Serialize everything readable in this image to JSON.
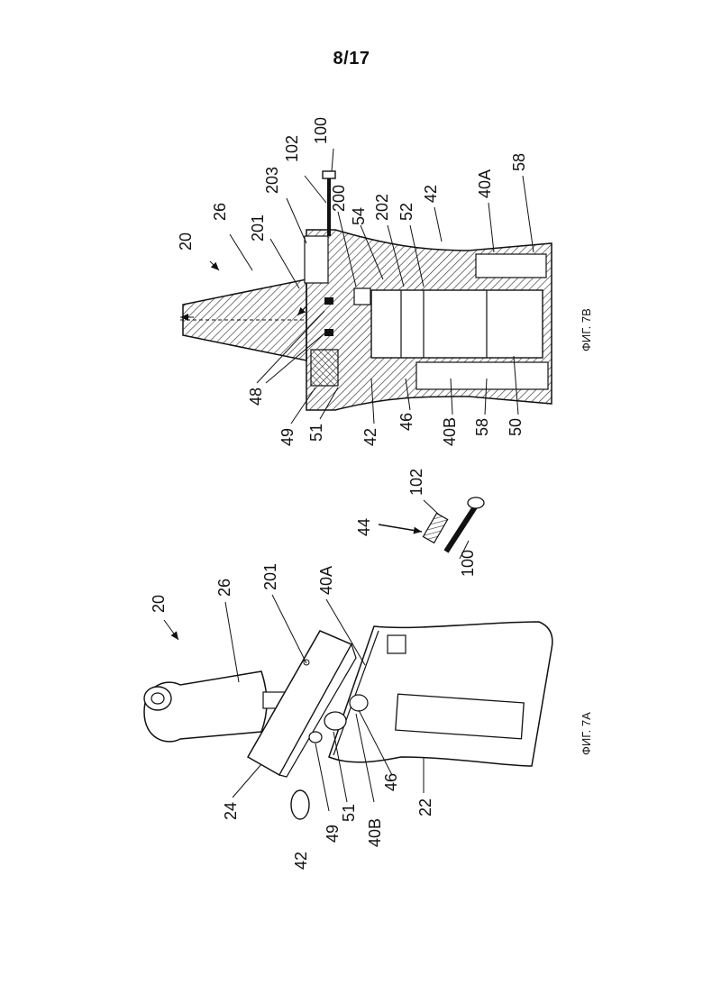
{
  "page_number": "8/17",
  "figures": {
    "fig7a": {
      "caption": "ФИГ. 7А",
      "labels": {
        "l20": "20",
        "l26": "26",
        "l201": "201",
        "l40a": "40A",
        "l24": "24",
        "l42": "42",
        "l49": "49",
        "l51": "51",
        "l40b": "40B",
        "l46": "46",
        "l22": "22"
      }
    },
    "fig7b": {
      "caption": "ФИГ. 7В",
      "labels": {
        "l20": "20",
        "l26": "26",
        "l201": "201",
        "l203": "203",
        "l102": "102",
        "l100": "100",
        "l200": "200",
        "l54": "54",
        "l202": "202",
        "l52": "52",
        "l42a": "42",
        "l40a": "40A",
        "l58a": "58",
        "l48": "48",
        "l49": "49",
        "l51": "51",
        "l42b": "42",
        "l46": "46",
        "l40b": "40B",
        "l58b": "58",
        "l50": "50"
      }
    },
    "detail44": {
      "labels": {
        "l44": "44",
        "l102": "102",
        "l100": "100"
      }
    }
  },
  "colors": {
    "ink": "#111111",
    "paper": "#ffffff",
    "hatch": "#333333"
  }
}
